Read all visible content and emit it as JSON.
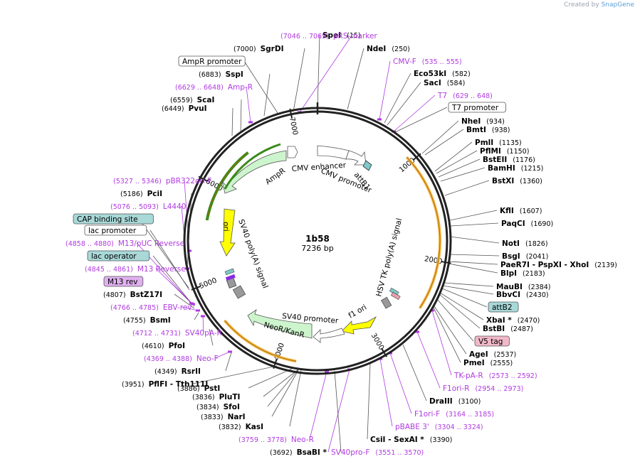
{
  "watermark": {
    "prefix": "Created by",
    "brand": "SnapGene"
  },
  "plasmid": {
    "name": "1b58",
    "length_label": "7236 bp",
    "length_bp": 7236
  },
  "ring_tick_labels": [
    "1000",
    "2000",
    "3000",
    "4000",
    "5000",
    "6000",
    "7000"
  ],
  "colors": {
    "primer": "#b03ae0",
    "feature_green": "#cdf5cd",
    "feature_yellow": "#ffff00",
    "orf_orange": "#f7b94a"
  },
  "labels": [
    {
      "kind": "site",
      "name": "SpeI",
      "pos": "(15)"
    },
    {
      "kind": "site",
      "name": "NdeI",
      "pos": "(250)"
    },
    {
      "kind": "primer",
      "name": "CMV-F",
      "pos": "(535 .. 555)"
    },
    {
      "kind": "site",
      "name": "Eco53kI",
      "pos": "(582)"
    },
    {
      "kind": "site",
      "name": "SacI",
      "pos": "(584)"
    },
    {
      "kind": "primer",
      "name": "T7",
      "pos": "(629 .. 648)"
    },
    {
      "kind": "boxed",
      "name": "T7 promoter",
      "pos": ""
    },
    {
      "kind": "site",
      "name": "NheI",
      "pos": "(934)"
    },
    {
      "kind": "site",
      "name": "BmtI",
      "pos": "(938)"
    },
    {
      "kind": "site",
      "name": "PmlI",
      "pos": "(1135)"
    },
    {
      "kind": "site",
      "name": "PflMI",
      "pos": "(1150)"
    },
    {
      "kind": "site",
      "name": "BstEII",
      "pos": "(1176)"
    },
    {
      "kind": "site",
      "name": "BamHI",
      "pos": "(1215)"
    },
    {
      "kind": "site",
      "name": "BstXI",
      "pos": "(1360)"
    },
    {
      "kind": "site",
      "name": "KflI",
      "pos": "(1607)"
    },
    {
      "kind": "site",
      "name": "PaqCI",
      "pos": "(1690)"
    },
    {
      "kind": "site",
      "name": "NotI",
      "pos": "(1826)"
    },
    {
      "kind": "site",
      "name": "BsgI",
      "pos": "(2041)"
    },
    {
      "kind": "site",
      "name": "PaeR7I - PspXI - XhoI",
      "pos": "(2139)"
    },
    {
      "kind": "site",
      "name": "BlpI",
      "pos": "(2183)"
    },
    {
      "kind": "site",
      "name": "MauBI",
      "pos": "(2384)"
    },
    {
      "kind": "site",
      "name": "BbvCI",
      "pos": "(2430)"
    },
    {
      "kind": "boxed-teal",
      "name": "attB2",
      "pos": ""
    },
    {
      "kind": "site",
      "name": "XbaI *",
      "pos": "(2470)"
    },
    {
      "kind": "site",
      "name": "BstBI",
      "pos": "(2487)"
    },
    {
      "kind": "boxed-pink",
      "name": "V5 tag",
      "pos": ""
    },
    {
      "kind": "site",
      "name": "AgeI",
      "pos": "(2537)"
    },
    {
      "kind": "site",
      "name": "PmeI",
      "pos": "(2555)"
    },
    {
      "kind": "primer",
      "name": "TK-pA-R",
      "pos": "(2573 .. 2592)"
    },
    {
      "kind": "primer",
      "name": "F1ori-R",
      "pos": "(2954 .. 2973)"
    },
    {
      "kind": "site",
      "name": "DraIII",
      "pos": "(3100)"
    },
    {
      "kind": "primer",
      "name": "F1ori-F",
      "pos": "(3164 .. 3185)"
    },
    {
      "kind": "primer",
      "name": "pBABE 3'",
      "pos": "(3304 .. 3324)"
    },
    {
      "kind": "site",
      "name": "CsiI - SexAI *",
      "pos": "(3390)"
    },
    {
      "kind": "primer",
      "name": "SV40pro-F",
      "pos": "(3551 .. 3570)"
    },
    {
      "kind": "site",
      "name": "BsaBI *",
      "pos": "(3692)"
    },
    {
      "kind": "primer",
      "name": "Neo-R",
      "pos": "(3759 .. 3778)"
    },
    {
      "kind": "site",
      "name": "KasI",
      "pos": "(3832)"
    },
    {
      "kind": "site",
      "name": "NarI",
      "pos": "(3833)"
    },
    {
      "kind": "site",
      "name": "SfoI",
      "pos": "(3834)"
    },
    {
      "kind": "site",
      "name": "PluTI",
      "pos": "(3836)"
    },
    {
      "kind": "site",
      "name": "PstI",
      "pos": "(3886)"
    },
    {
      "kind": "site",
      "name": "PflFI - Tth111I",
      "pos": "(3951)"
    },
    {
      "kind": "site",
      "name": "RsrII",
      "pos": "(4349)"
    },
    {
      "kind": "primer",
      "name": "Neo-F",
      "pos": "(4369 .. 4388)"
    },
    {
      "kind": "site",
      "name": "PfoI",
      "pos": "(4610)"
    },
    {
      "kind": "primer",
      "name": "SV40pA-R",
      "pos": "(4712 .. 4731)"
    },
    {
      "kind": "site",
      "name": "BsmI",
      "pos": "(4755)"
    },
    {
      "kind": "primer",
      "name": "EBV-rev",
      "pos": "(4766 .. 4785)"
    },
    {
      "kind": "site",
      "name": "BstZ17I",
      "pos": "(4807)"
    },
    {
      "kind": "boxed-violet",
      "name": "M13 rev",
      "pos": ""
    },
    {
      "kind": "primer",
      "name": "M13 Reverse",
      "pos": "(4845 .. 4861)"
    },
    {
      "kind": "boxed-teal",
      "name": "lac operator",
      "pos": ""
    },
    {
      "kind": "primer",
      "name": "M13/pUC Reverse",
      "pos": "(4858 .. 4880)"
    },
    {
      "kind": "boxed",
      "name": "lac promoter",
      "pos": ""
    },
    {
      "kind": "boxed-teal",
      "name": "CAP binding site",
      "pos": ""
    },
    {
      "kind": "primer",
      "name": "L4440",
      "pos": "(5076 .. 5093)"
    },
    {
      "kind": "site",
      "name": "PciI",
      "pos": "(5186)"
    },
    {
      "kind": "primer",
      "name": "pBR322ori-F",
      "pos": "(5327 .. 5346)"
    },
    {
      "kind": "site",
      "name": "PvuI",
      "pos": "(6449)"
    },
    {
      "kind": "site",
      "name": "ScaI",
      "pos": "(6559)"
    },
    {
      "kind": "primer",
      "name": "Amp-R",
      "pos": "(6629 .. 6648)"
    },
    {
      "kind": "site",
      "name": "SspI",
      "pos": "(6883)"
    },
    {
      "kind": "boxed",
      "name": "AmpR promoter",
      "pos": ""
    },
    {
      "kind": "site",
      "name": "SgrDI",
      "pos": "(7000)"
    },
    {
      "kind": "primer",
      "name": "pRS-marker",
      "pos": "(7046 .. 7065)"
    }
  ],
  "features": [
    {
      "name": "CMV enhancer"
    },
    {
      "name": "CMV promoter"
    },
    {
      "name": "attB1"
    },
    {
      "name": "AmpR"
    },
    {
      "name": "ori"
    },
    {
      "name": "SV40 poly(A) signal"
    },
    {
      "name": "HSV TK poly(A) signal"
    },
    {
      "name": "f1 ori"
    },
    {
      "name": "SV40 promoter"
    },
    {
      "name": "NeoR/KanR"
    }
  ]
}
